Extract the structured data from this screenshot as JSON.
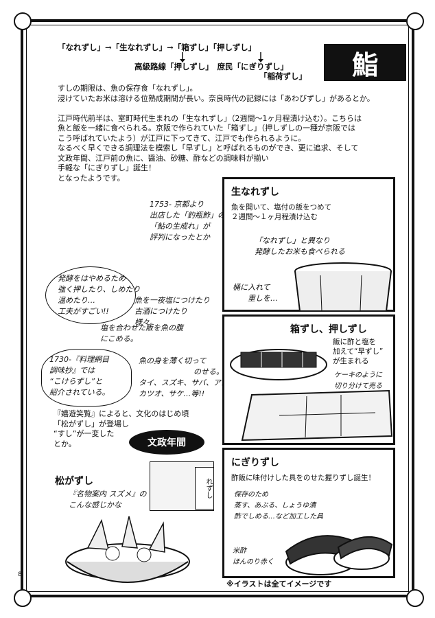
{
  "header": {
    "title": "鮨",
    "flow_line1": "「なれずし」→「生なれずし」→「箱ずし」「押しずし」",
    "flow_line2": "高級路線「押しずし」　庶民「にぎりずし」",
    "flow_line3": "「稲荷ずし」"
  },
  "intro": {
    "lines": [
      "すしの期限は、魚の保存食「なれずし」。",
      "浸けていたお米は溶ける位熟成期間が長い。奈良時代の記録には「あわびずし」があるとか。",
      "",
      "江戸時代前半は、室町時代生まれの「生なれずし」（2週間〜1ヶ月程漬け込む）。こちらは",
      "魚と飯を一緒に食べられる。京阪で作られていた「箱ずし」（押しずしの一種が京阪では",
      "こう呼ばれていたよう）が江戸に下ってきて、江戸でも作られるように。",
      "なるべく早くできる調理法を模索し「早ずし」と呼ばれるものができ、更に追求、そして",
      "文政年間、江戸前の魚に、醤油、砂糖、酢などの調味料が揃い",
      "手軽な「にぎりずし」誕生！",
      "となったようです。"
    ]
  },
  "notes": {
    "n1753": [
      "1753- 京都より",
      "出店した「釣瓶鮓」の",
      "「鮎の生成れ」が",
      "評判になったとか"
    ],
    "hakko": [
      "発酵をはやめるため",
      "強く押したり、しめたり",
      "温めたり…",
      "工夫がすごい!!"
    ],
    "salt": [
      "魚を一夜塩につけたり",
      "古酒につけたり",
      "様々。"
    ],
    "shio": [
      "塩を合わせた飯を魚の腹",
      "にこめる。"
    ],
    "n1730": [
      "1730-『料理網目",
      "調味抄』では",
      "“こけらずし”と",
      "紹介されている。"
    ],
    "fish": [
      "魚の身を薄く切って",
      "のせる。",
      "タイ、スズキ、サバ、アジ",
      "カツオ、サケ…等!!"
    ],
    "kiyu": [
      "『嬉遊笑覧』によると、文化のはじめ頃",
      "「松がずし」が登場し",
      "“すし”が一変した",
      "とか。"
    ],
    "bunsei": "文政年間",
    "matsu_title": "松がずし",
    "matsu_caption": [
      "『名物案内 スズメ』の",
      "こんな感じかな"
    ],
    "sign": "れずし"
  },
  "panels": {
    "namanare": {
      "title": "生なれずし",
      "text": [
        "魚を開いて、塩付の飯をつめて",
        "２週間〜１ヶ月程漬け込む"
      ],
      "hand": [
        "「なれずし」と異なり",
        "発酵したお米も食べられる"
      ],
      "hand2": [
        "桶に入れて",
        "重しを…"
      ]
    },
    "hako": {
      "title": "箱ずし、押しずし",
      "text": [
        "飯に酢と塩を",
        "加えて“早ずし”",
        "が生まれる"
      ],
      "hand": [
        "ケーキのように",
        "切り分けて売る"
      ]
    },
    "nigiri": {
      "title": "にぎりずし",
      "text": "酢飯に味付けした具をのせた握りずし誕生！",
      "hand": [
        "保存のため",
        "蒸す、あぶる、しょうゆ漬",
        "酢でしめる…など加工した具"
      ],
      "hand2": [
        "米酢",
        "ほんのり赤く"
      ]
    }
  },
  "footer": {
    "note": "※イラストは全てイメージです",
    "page": "8"
  }
}
